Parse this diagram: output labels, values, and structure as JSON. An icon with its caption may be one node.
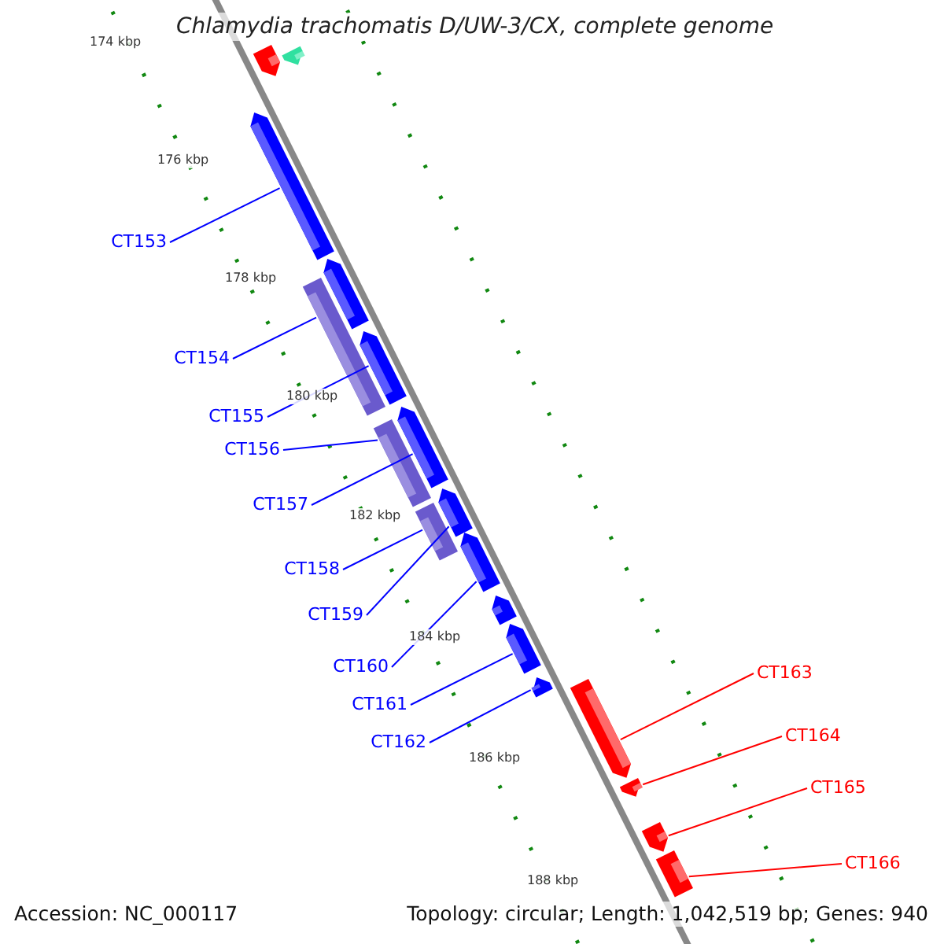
{
  "diagram": {
    "title": "Chlamydia trachomatis D/UW-3/CX, complete genome",
    "nodes": [
      {
        "text": [
          "CT153"
        ]
      },
      {
        "text": [
          "CT154"
        ]
      },
      {
        "text": [
          "CT155"
        ]
      },
      {
        "text": [
          "CT156"
        ]
      },
      {
        "text": [
          "CT157"
        ]
      },
      {
        "text": [
          "CT158"
        ]
      },
      {
        "text": [
          "CT159"
        ]
      },
      {
        "text": [
          "CT160"
        ]
      },
      {
        "text": [
          "CT161"
        ]
      },
      {
        "text": [
          "CT162"
        ]
      },
      {
        "text": [
          "CT163"
        ]
      },
      {
        "text": [
          "CT164"
        ]
      },
      {
        "text": [
          "CT165"
        ]
      },
      {
        "text": [
          "CT166"
        ]
      },
      {
        "text": [],
        "shape": "bar"
      },
      {
        "text": [],
        "shape": "bar"
      },
      {
        "text": [],
        "shape": "bar"
      },
      {
        "text": [],
        "shape": "bar"
      },
      {
        "text": [],
        "shape": "bar"
      },
      {
        "text": [],
        "shape": "bar"
      },
      {
        "text": [],
        "shape": "bar"
      },
      {
        "text": [],
        "shape": "bar"
      },
      {
        "text": [],
        "shape": "bar"
      },
      {
        "text": [],
        "shape": "bar"
      },
      {
        "text": [],
        "shape": "bar"
      },
      {
        "text": [],
        "shape": "bar"
      },
      {
        "text": [],
        "shape": "bar"
      },
      {
        "text": [],
        "shape": "bar"
      },
      {
        "text": [],
        "shape": "bar"
      },
      {
        "text": [],
        "shape": "bar"
      },
      {
        "text": [],
        "shape": "bar"
      },
      {
        "text": [],
        "shape": "bar"
      }
    ],
    "edges": [
      {
        "from": 0,
        "to": 16,
        "arrow": "none"
      },
      {
        "from": 1,
        "to": 18,
        "arrow": "none"
      },
      {
        "from": 2,
        "to": 19,
        "arrow": "none"
      },
      {
        "from": 3,
        "to": 21,
        "arrow": "none"
      },
      {
        "from": 4,
        "to": 20,
        "arrow": "none"
      },
      {
        "from": 5,
        "to": 23,
        "arrow": "none"
      },
      {
        "from": 6,
        "to": 22,
        "arrow": "none"
      },
      {
        "from": 7,
        "to": 24,
        "arrow": "none"
      },
      {
        "from": 8,
        "to": 26,
        "arrow": "none"
      },
      {
        "from": 9,
        "to": 27,
        "arrow": "none"
      },
      {
        "from": 10,
        "to": 28,
        "arrow": "none",
        "color": "#ff0000"
      },
      {
        "from": 11,
        "to": 29,
        "arrow": "none",
        "color": "#ff0000"
      },
      {
        "from": 12,
        "to": 30,
        "arrow": "none",
        "color": "#ff0000"
      },
      {
        "from": 13,
        "to": 31,
        "arrow": "none",
        "color": "#ff0000"
      }
    ],
    "labels": [
      "174 kbp",
      "176 kbp",
      "178 kbp",
      "180 kbp",
      "182 kbp",
      "184 kbp",
      "186 kbp",
      "188 kbp",
      "Accession: NC_000117",
      "Topology: circular; Length: 1,042,519 bp; Genes: 940"
    ]
  }
}
